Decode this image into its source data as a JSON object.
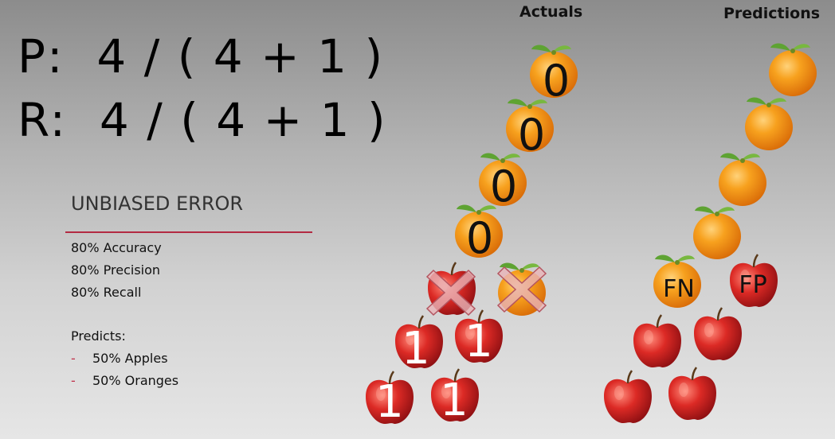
{
  "formulas": {
    "precision": "P:  4 / ( 4 + 1 )",
    "recall": "R:  4 / ( 4 + 1 )"
  },
  "headers": {
    "actuals": "Actuals",
    "predictions": "Predictions"
  },
  "panel": {
    "title": "UNBIASED ERROR",
    "accuracy": "80% Accuracy",
    "precision": "80% Precision",
    "recall": "80% Recall",
    "predicts_label": "Predicts:",
    "bullet_dash": "-",
    "predicts": [
      "50% Apples",
      "50% Oranges"
    ]
  },
  "actuals_labels": {
    "orange": "0",
    "apple": "1"
  },
  "prediction_labels": {
    "false_negative": "FN",
    "false_positive": "FP"
  },
  "colors": {
    "accent_line": "#b32a42",
    "bullet": "#c0304a",
    "cross": "#e8b4b8"
  }
}
